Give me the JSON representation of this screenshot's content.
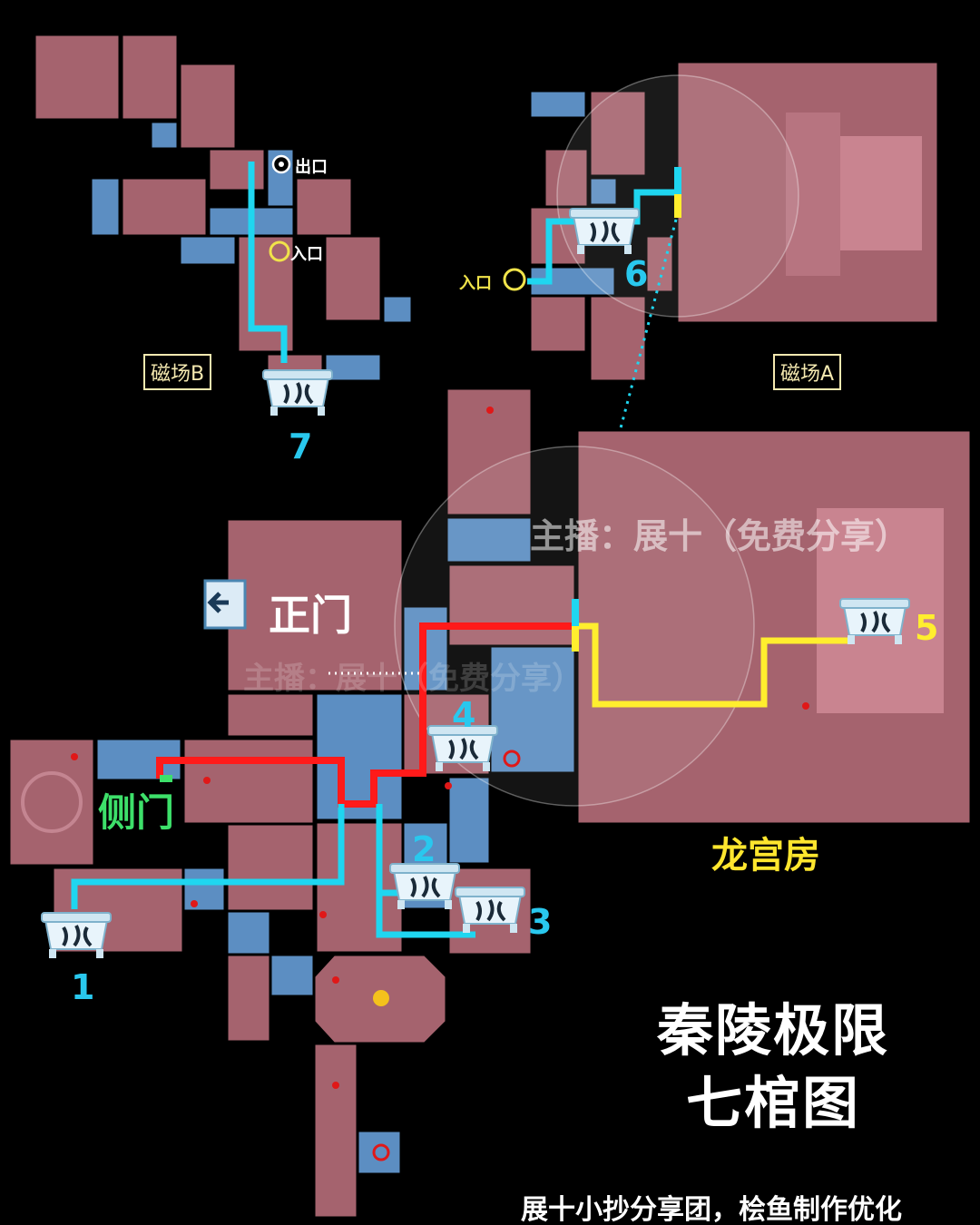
{
  "colors": {
    "room": "#a5636e",
    "room_light": "#c98490",
    "corridor": "#5c8ec2",
    "route_red": "#ff1a1a",
    "route_cyan": "#1fd6f0",
    "route_yellow": "#ffee2e",
    "side_door": "#3de06a",
    "title": "#ffffff",
    "dragon": "#ffe62e"
  },
  "labels": {
    "exit": "出口",
    "entrance_b": "入口",
    "entrance_a": "入口",
    "field_b": "磁场B",
    "field_a": "磁场A",
    "main_gate": "正门",
    "side_door": "侧门",
    "dragon_room": "龙宫房",
    "watermark_top": "主播：展十（免费分享）",
    "watermark_mid": "主播：展十（免费分享）",
    "title_line1": "秦陵极限",
    "title_line2": "七棺图",
    "credit": "展十小抄分享团，桧鱼制作优化"
  },
  "coffins": [
    {
      "label": "1"
    },
    {
      "label": "2"
    },
    {
      "label": "3"
    },
    {
      "label": "4"
    },
    {
      "label": "5"
    },
    {
      "label": "6"
    },
    {
      "label": "7"
    }
  ],
  "icons": [
    "coffin-icon",
    "gate-icon",
    "exit-icon",
    "entrance-icon",
    "boss-icon"
  ]
}
